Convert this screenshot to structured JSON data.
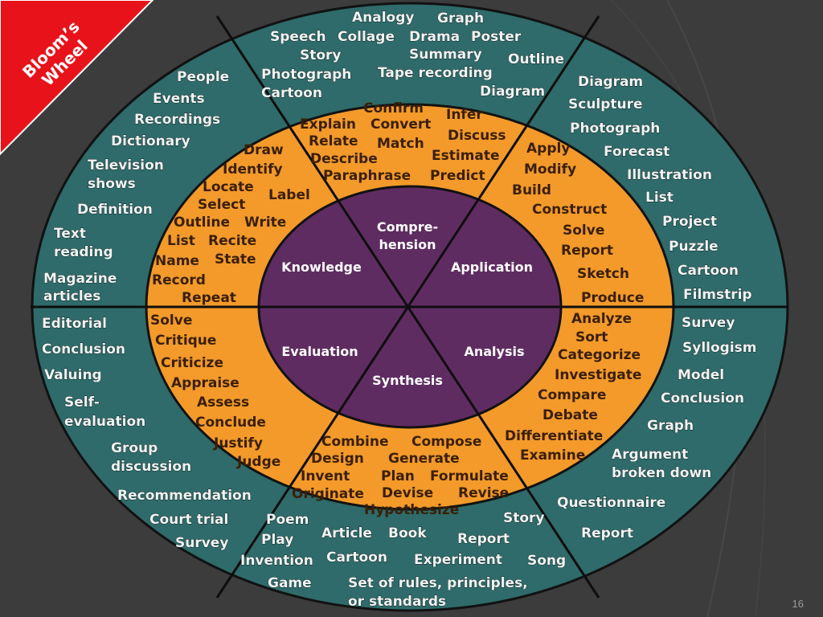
{
  "banner": {
    "line1": "Bloom’s",
    "line2": "Wheel"
  },
  "page_number": "16",
  "colors": {
    "background": "#3c3c3c",
    "outer_ring": "#2e6b6a",
    "middle_ring": "#f39a2a",
    "core": "#5f2c62",
    "banner": "#e8131a",
    "divider": "#0e0e0e"
  },
  "core": {
    "knowledge": "Knowledge",
    "comprehension": [
      "Compre-",
      "hension"
    ],
    "application": "Application",
    "analysis": "Analysis",
    "synthesis": "Synthesis",
    "evaluation": "Evaluation"
  },
  "verbs": {
    "knowledge": [
      "Draw",
      "Identify",
      "Locate",
      "Select",
      "Label",
      "Outline",
      "Write",
      "List",
      "Recite",
      "Name",
      "State",
      "Record",
      "Repeat"
    ],
    "comprehension": [
      "Confirm",
      "Infer",
      "Explain",
      "Convert",
      "Discuss",
      "Relate",
      "Match",
      "Describe",
      "Estimate",
      "Paraphrase",
      "Predict"
    ],
    "application": [
      "Apply",
      "Modify",
      "Build",
      "Construct",
      "Solve",
      "Report",
      "Sketch",
      "Produce"
    ],
    "analysis": [
      "Analyze",
      "Sort",
      "Categorize",
      "Investigate",
      "Compare",
      "Debate",
      "Differentiate",
      "Examine"
    ],
    "synthesis": [
      "Combine",
      "Compose",
      "Design",
      "Generate",
      "Invent",
      "Plan",
      "Formulate",
      "Originate",
      "Devise",
      "Revise",
      "Hypothesize"
    ],
    "evaluation": [
      "Solve",
      "Critique",
      "Criticize",
      "Appraise",
      "Assess",
      "Conclude",
      "Justify",
      "Judge"
    ]
  },
  "products": {
    "knowledge": [
      "People",
      "Events",
      "Recordings",
      "Dictionary",
      "Television",
      "shows",
      "Definition",
      "Text",
      "reading",
      "Magazine",
      "articles"
    ],
    "comprehension": [
      "Analogy",
      "Graph",
      "Speech",
      "Collage",
      "Drama",
      "Poster",
      "Story",
      "Summary",
      "Outline",
      "Photograph",
      "Tape recording",
      "Cartoon",
      "Diagram"
    ],
    "application": [
      "Diagram",
      "Sculpture",
      "Photograph",
      "Forecast",
      "Illustration",
      "List",
      "Project",
      "Puzzle",
      "Cartoon",
      "Filmstrip"
    ],
    "analysis": [
      "Survey",
      "Syllogism",
      "Model",
      "Conclusion",
      "Graph",
      "Argument",
      "broken down",
      "Questionnaire",
      "Report"
    ],
    "synthesis": [
      "Poem",
      "Story",
      "Play",
      "Article",
      "Book",
      "Report",
      "Invention",
      "Cartoon",
      "Experiment",
      "Song",
      "Game",
      "Set of rules,  principles,",
      "or standards"
    ],
    "evaluation": [
      "Editorial",
      "Conclusion",
      "Valuing",
      "Self-",
      "evaluation",
      "Group",
      "discussion",
      "Recommendation",
      "Court trial",
      "Survey"
    ]
  }
}
